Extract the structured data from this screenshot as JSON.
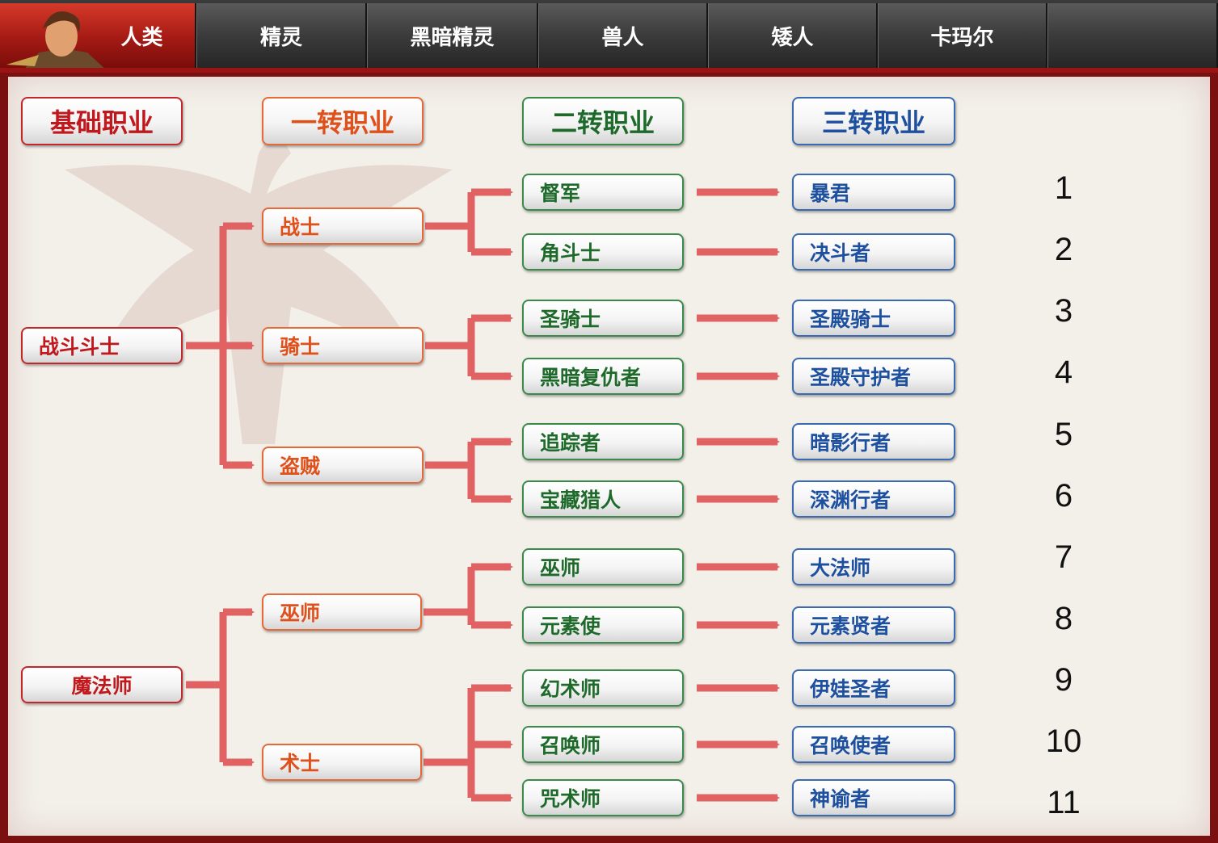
{
  "tabs": [
    {
      "label": "人类",
      "active": true
    },
    {
      "label": "精灵",
      "active": false
    },
    {
      "label": "黑暗精灵",
      "active": false
    },
    {
      "label": "兽人",
      "active": false
    },
    {
      "label": "矮人",
      "active": false
    },
    {
      "label": "卡玛尔",
      "active": false
    }
  ],
  "headers": {
    "base": "基础职业",
    "first": "一转职业",
    "second": "二转职业",
    "third": "三转职业"
  },
  "base": {
    "fighter": "战斗斗士",
    "mage": "魔法师"
  },
  "first": {
    "warrior": "战士",
    "knight": "骑士",
    "rogue": "盗贼",
    "wizard": "巫师",
    "sorcerer": "术士"
  },
  "rows": [
    {
      "second": "督军",
      "third": "暴君",
      "num": "1"
    },
    {
      "second": "角斗士",
      "third": "决斗者",
      "num": "2"
    },
    {
      "second": "圣骑士",
      "third": "圣殿骑士",
      "num": "3"
    },
    {
      "second": "黑暗复仇者",
      "third": "圣殿守护者",
      "num": "4"
    },
    {
      "second": "追踪者",
      "third": "暗影行者",
      "num": "5"
    },
    {
      "second": "宝藏猎人",
      "third": "深渊行者",
      "num": "6"
    },
    {
      "second": "巫师",
      "third": "大法师",
      "num": "7"
    },
    {
      "second": "元素使",
      "third": "元素贤者",
      "num": "8"
    },
    {
      "second": "幻术师",
      "third": "伊娃圣者",
      "num": "9"
    },
    {
      "second": "召唤师",
      "third": "召唤使者",
      "num": "10"
    },
    {
      "second": "咒术师",
      "third": "神谕者",
      "num": "11"
    }
  ],
  "colors": {
    "base": "#c0181c",
    "first": "#e0501a",
    "second": "#1e6a2a",
    "third": "#1e50a0",
    "connector": "#e06262"
  }
}
